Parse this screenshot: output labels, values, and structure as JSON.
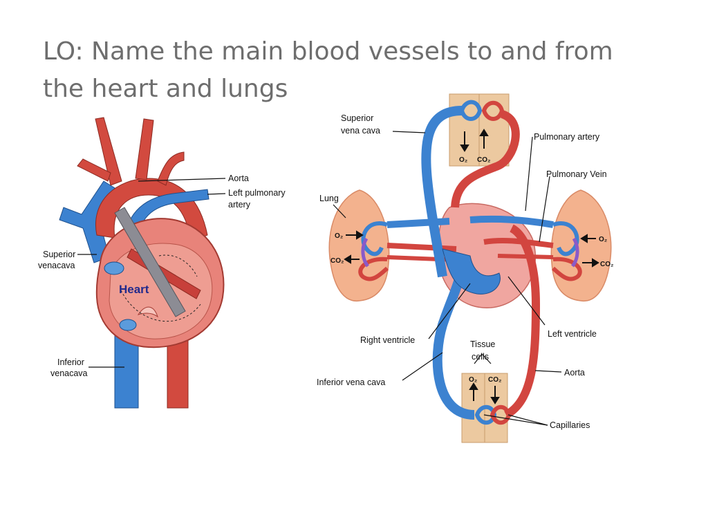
{
  "title": {
    "line1": "LO: Name the main blood vessels to and from",
    "line2": "the heart and lungs"
  },
  "colors": {
    "title": "#6e6e6e",
    "deoxygenated": "#2f7fd4",
    "oxygenated": "#d2453f",
    "heart_fill": "#e8837a",
    "lung_fill": "#f3b28e",
    "tissue_fill": "#ecc9a0"
  },
  "heart_diagram": {
    "heart_label": "Heart",
    "labels": {
      "aorta": "Aorta",
      "left_pulmonary_artery_1": "Left pulmonary",
      "left_pulmonary_artery_2": "artery",
      "superior_vc_1": "Superior",
      "superior_vc_2": "venacava",
      "inferior_vc_1": "Inferior",
      "inferior_vc_2": "venacava"
    }
  },
  "circulation_diagram": {
    "labels": {
      "superior_vena_cava_1": "Superior",
      "superior_vena_cava_2": "vena cava",
      "pulmonary_artery": "Pulmonary artery",
      "pulmonary_vein": "Pulmonary Vein",
      "lung": "Lung",
      "right_ventricle": "Right ventricle",
      "left_ventricle": "Left ventricle",
      "tissue_cells_1": "Tissue",
      "tissue_cells_2": "cells",
      "aorta": "Aorta",
      "inferior_vena_cava": "Inferior vena cava",
      "capillaries": "Capillaries"
    },
    "gas_labels": {
      "o2": "O₂",
      "co2": "CO₂"
    }
  }
}
